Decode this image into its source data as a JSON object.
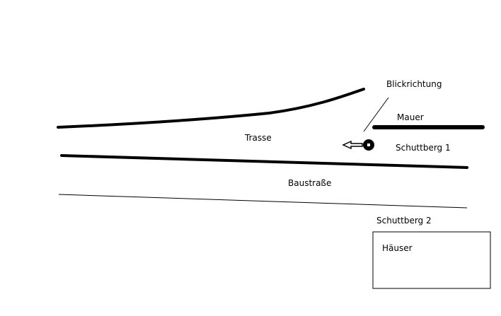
{
  "diagram": {
    "labels": {
      "blickrichtung": "Blickrichtung",
      "mauer": "Mauer",
      "trasse": "Trasse",
      "schuttberg1": "Schuttberg 1",
      "baustrasse": "Baustraße",
      "schuttberg2": "Schuttberg 2",
      "haeuser": "Häuser"
    },
    "colors": {
      "ink": "#000000",
      "background": "#ffffff"
    }
  }
}
